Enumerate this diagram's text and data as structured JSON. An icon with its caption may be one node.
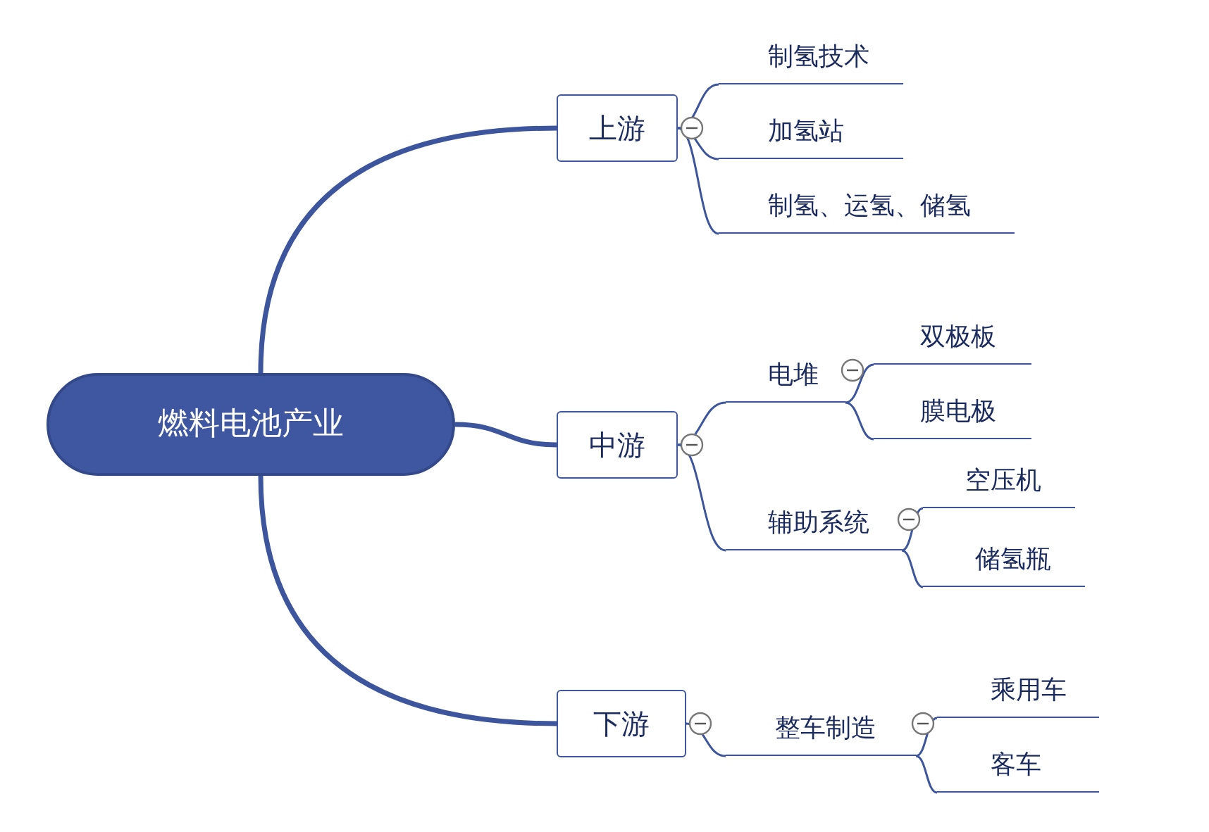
{
  "diagram": {
    "nodes": [
      {
        "text": [
          "燃料电池产业"
        ]
      },
      {
        "text": [
          "上游"
        ]
      },
      {
        "text": [
          "中游"
        ]
      },
      {
        "text": [
          "下游"
        ]
      },
      {
        "text": [
          "制氢技术"
        ]
      },
      {
        "text": [
          "加氢站"
        ]
      },
      {
        "text": [
          "制氢、运氢、储氢"
        ]
      },
      {
        "text": [
          "电堆"
        ]
      },
      {
        "text": [
          "辅助系统"
        ]
      },
      {
        "text": [
          "双极板"
        ]
      },
      {
        "text": [
          "膜电极"
        ]
      },
      {
        "text": [
          "空压机"
        ]
      },
      {
        "text": [
          "储氢瓶"
        ]
      },
      {
        "text": [
          "整车制造"
        ]
      },
      {
        "text": [
          "乘用车"
        ]
      },
      {
        "text": [
          "客车"
        ]
      }
    ],
    "edges": [
      {
        "from": 0,
        "to": 1,
        "arrow": "none",
        "style": "thick"
      },
      {
        "from": 0,
        "to": 2,
        "arrow": "none",
        "style": "thick"
      },
      {
        "from": 0,
        "to": 3,
        "arrow": "none",
        "style": "thick"
      },
      {
        "from": 1,
        "to": 4,
        "arrow": "none"
      },
      {
        "from": 1,
        "to": 5,
        "arrow": "none"
      },
      {
        "from": 1,
        "to": 6,
        "arrow": "none"
      },
      {
        "from": 2,
        "to": 7,
        "arrow": "none"
      },
      {
        "from": 2,
        "to": 8,
        "arrow": "none"
      },
      {
        "from": 7,
        "to": 9,
        "arrow": "none"
      },
      {
        "from": 7,
        "to": 10,
        "arrow": "none"
      },
      {
        "from": 8,
        "to": 11,
        "arrow": "none"
      },
      {
        "from": 8,
        "to": 12,
        "arrow": "none"
      },
      {
        "from": 3,
        "to": 13,
        "arrow": "none"
      },
      {
        "from": 13,
        "to": 14,
        "arrow": "none"
      },
      {
        "from": 13,
        "to": 15,
        "arrow": "none"
      }
    ]
  }
}
